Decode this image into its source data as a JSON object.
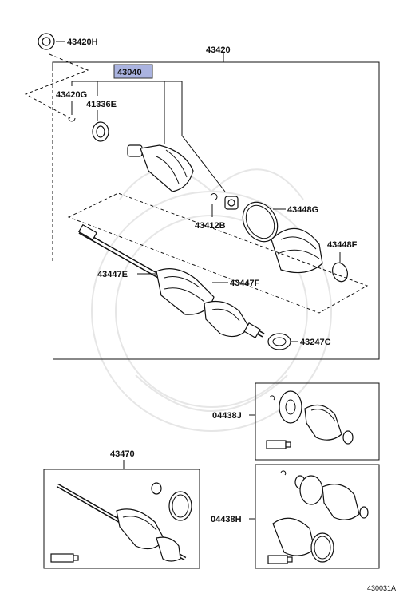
{
  "labels": {
    "p43420H": "43420H",
    "p43420": "43420",
    "p43040": "43040",
    "p43420G": "43420G",
    "p41336E": "41336E",
    "p43412B": "43412B",
    "p43448G": "43448G",
    "p43448F": "43448F",
    "p43447E": "43447E",
    "p43447F": "43447F",
    "p43247C": "43247C",
    "p04438J": "04438J",
    "p43470": "43470",
    "p04438H": "04438H",
    "figure_code": "430031A"
  },
  "colors": {
    "highlight": "#aab3e0",
    "line": "#111111",
    "watermark": "#e6e6e6"
  }
}
